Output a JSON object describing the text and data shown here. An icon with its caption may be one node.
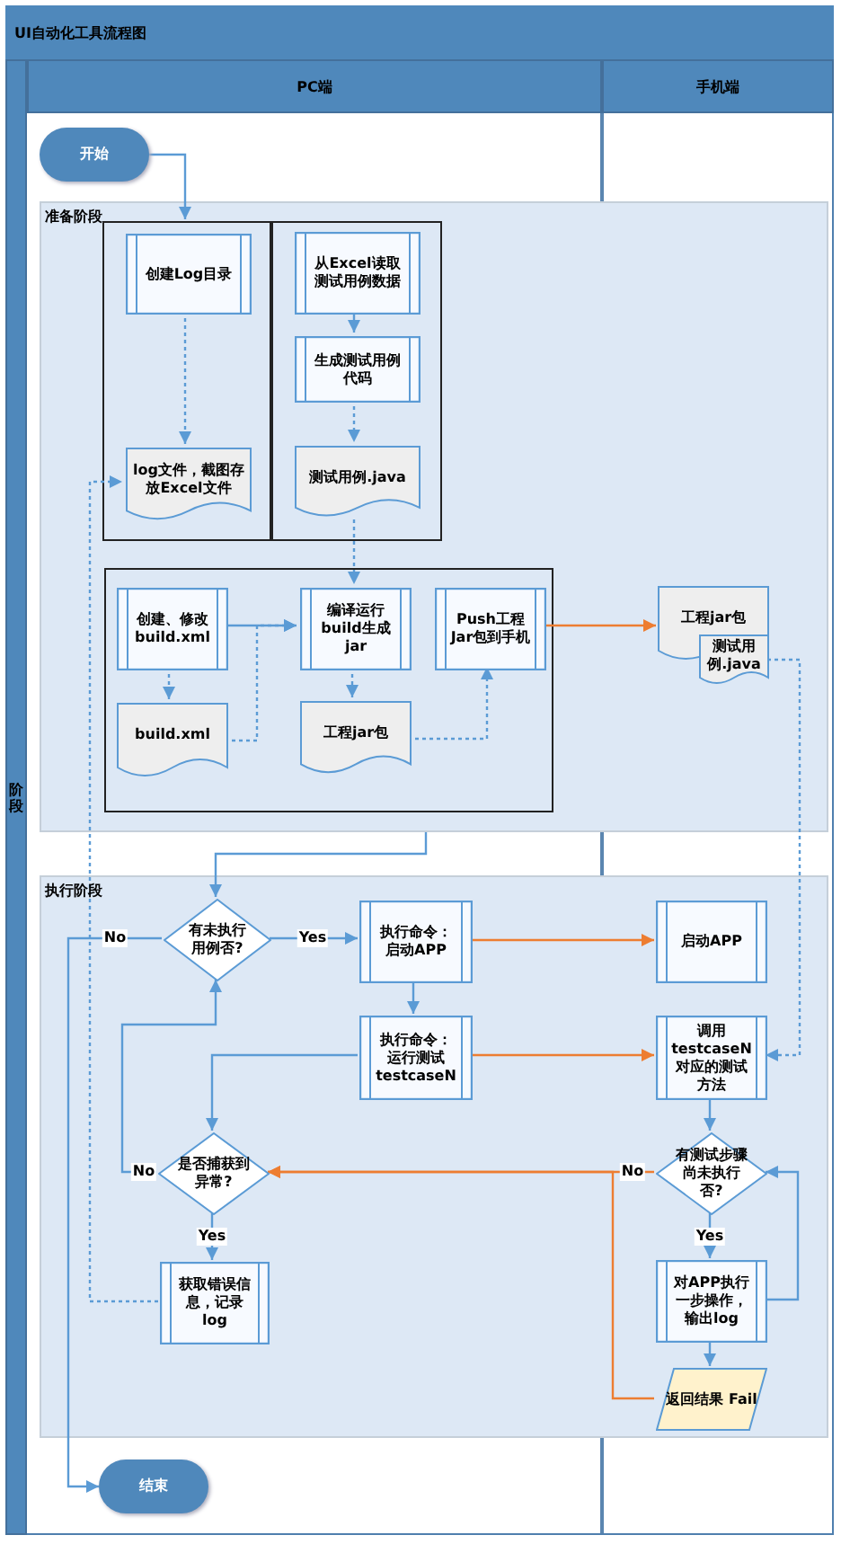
{
  "diagram": {
    "title": "UI自动化工具流程图",
    "nodes": [
      {
        "text": [
          "开始"
        ]
      },
      {
        "text": [
          "准备阶段"
        ]
      },
      {
        "text": [],
        "shape": "box",
        "in": 1
      },
      {
        "text": [
          "创建Log目录"
        ],
        "in": 2
      },
      {
        "text": [
          "log文件，截图存放Excel文件"
        ],
        "in": 2
      },
      {
        "text": [],
        "shape": "box",
        "in": 1
      },
      {
        "text": [
          "从Excel读取测试用例数据"
        ],
        "in": 5
      },
      {
        "text": [
          "生成测试用例代码"
        ],
        "in": 5
      },
      {
        "text": [
          "测试用例.java"
        ],
        "in": 5
      },
      {
        "text": [],
        "shape": "box",
        "in": 1
      },
      {
        "text": [
          "创建、修改build.xml"
        ],
        "in": 9
      },
      {
        "text": [
          "编译运行build生成jar"
        ],
        "in": 9
      },
      {
        "text": [
          "Push工程Jar包到手机"
        ],
        "in": 9
      },
      {
        "text": [
          "build.xml"
        ],
        "in": 9
      },
      {
        "text": [
          "工程jar包"
        ],
        "in": 9
      },
      {
        "text": [
          "工程jar包"
        ],
        "in": 1
      },
      {
        "text": [
          "测试用例.java"
        ],
        "in": 1
      },
      {
        "text": [
          "执行阶段"
        ]
      },
      {
        "text": [
          "有未执行用例否?"
        ],
        "in": 17
      },
      {
        "text": [
          "执行命令：启动APP"
        ],
        "in": 17
      },
      {
        "text": [
          "执行命令：运行测试testcaseN"
        ],
        "in": 17
      },
      {
        "text": [
          "启动APP"
        ],
        "in": 17
      },
      {
        "text": [
          "调用testcaseN对应的测试方法"
        ],
        "in": 17
      },
      {
        "text": [
          "是否捕获到异常?"
        ],
        "in": 17
      },
      {
        "text": [
          "有测试步骤尚未执行否?"
        ],
        "in": 17
      },
      {
        "text": [
          "获取错误信息，记录log"
        ],
        "in": 17
      },
      {
        "text": [
          "对APP执行一步操作，输出log"
        ],
        "in": 17
      },
      {
        "text": [
          "返回结果 Fail"
        ],
        "in": 17
      },
      {
        "text": [
          "结束"
        ]
      }
    ],
    "edges": [
      {
        "from": 0,
        "to": 2,
        "arrow": "to"
      },
      {
        "from": 3,
        "to": 4,
        "arrow": "to",
        "style": "dashed"
      },
      {
        "from": 6,
        "to": 7,
        "arrow": "to"
      },
      {
        "from": 7,
        "to": 8,
        "arrow": "to",
        "style": "dashed"
      },
      {
        "from": 8,
        "to": 11,
        "arrow": "to",
        "style": "dashed"
      },
      {
        "from": 10,
        "to": 11,
        "arrow": "to"
      },
      {
        "from": 13,
        "to": 11,
        "arrow": "to",
        "style": "dashed"
      },
      {
        "from": 10,
        "to": 13,
        "arrow": "to",
        "style": "dashed"
      },
      {
        "from": 11,
        "to": 14,
        "arrow": "to",
        "style": "dashed"
      },
      {
        "from": 14,
        "to": 12,
        "arrow": "to",
        "style": "dashed"
      },
      {
        "from": 12,
        "to": 15,
        "arrow": "to",
        "color": "#ed7d31"
      },
      {
        "from": 16,
        "to": 22,
        "arrow": "to",
        "style": "dashed"
      },
      {
        "from": 1,
        "to": 18,
        "arrow": "to"
      },
      {
        "from": 18,
        "to": 19,
        "arrow": "to",
        "label": "Yes"
      },
      {
        "from": 18,
        "to": 28,
        "arrow": "to",
        "label": "No"
      },
      {
        "from": 19,
        "to": 21,
        "arrow": "to",
        "color": "#ed7d31"
      },
      {
        "from": 19,
        "to": 20,
        "arrow": "to"
      },
      {
        "from": 20,
        "to": 22,
        "arrow": "to",
        "color": "#ed7d31"
      },
      {
        "from": 20,
        "to": 23,
        "arrow": "to"
      },
      {
        "from": 22,
        "to": 24,
        "arrow": "to"
      },
      {
        "from": 24,
        "to": 26,
        "arrow": "to",
        "label": "Yes"
      },
      {
        "from": 26,
        "to": 24,
        "arrow": "to"
      },
      {
        "from": 26,
        "to": 27,
        "arrow": "to"
      },
      {
        "from": 24,
        "to": 23,
        "arrow": "to",
        "label": "No",
        "color": "#ed7d31"
      },
      {
        "from": 27,
        "to": 23,
        "arrow": "to",
        "color": "#ed7d31"
      },
      {
        "from": 23,
        "to": 18,
        "arrow": "to",
        "label": "No"
      },
      {
        "from": 23,
        "to": 25,
        "arrow": "to",
        "label": "Yes"
      },
      {
        "from": 25,
        "to": 4,
        "arrow": "to",
        "style": "dashed"
      }
    ],
    "labels": [
      "PC端",
      "手机端",
      "阶段"
    ]
  }
}
